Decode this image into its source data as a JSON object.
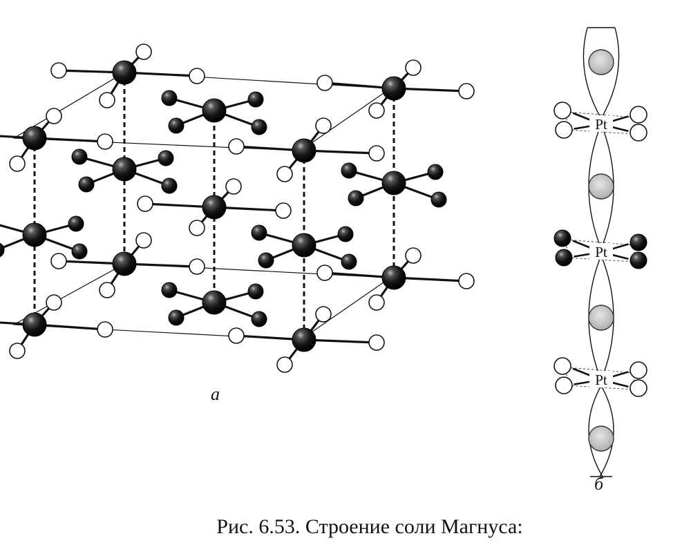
{
  "figure": {
    "panel_a_label": "а",
    "panel_b_label": "б",
    "caption": "Рис. 6.53. Строение соли Магнуса:"
  },
  "chain": {
    "metal_label": "Pt"
  }
}
